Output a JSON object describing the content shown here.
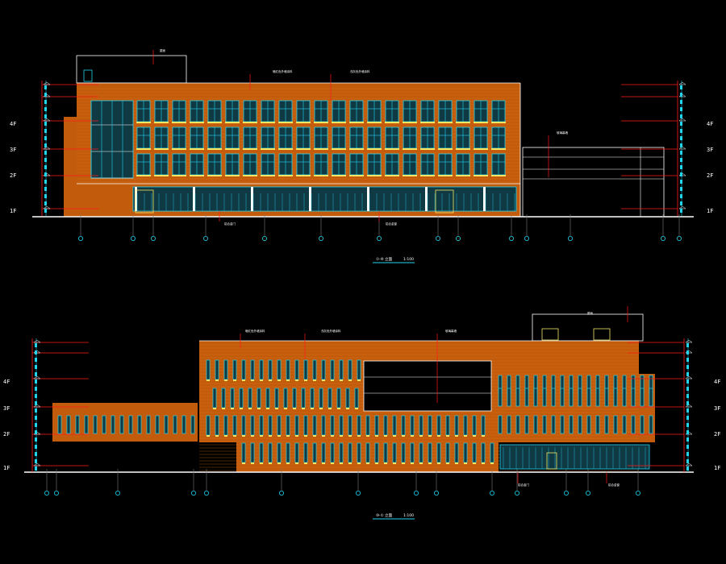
{
  "drawing": {
    "type": "CAD building elevation drawing",
    "background": "#000000",
    "colors": {
      "facade": "#c25c0c",
      "facade_line": "#e67a1e",
      "red_line": "#ff1a1a",
      "cyan": "#22d3ee",
      "white": "#ffffff",
      "yellow": "#f5e663",
      "glass": "#0f3a44"
    },
    "floor_labels": [
      "1F",
      "2F",
      "3F",
      "4F"
    ],
    "elevations": [
      {
        "id": "north-elevation",
        "title": "①-⑩ 立面",
        "scale": "1:100",
        "floor_labels": [
          "1F",
          "2F",
          "3F",
          "4F"
        ],
        "notes": [
          "屋面",
          "暗红色外墙涂料",
          "浅灰色外墙涂料",
          "玻璃幕墙",
          "铝合金门",
          "铝合金窗"
        ]
      },
      {
        "id": "south-elevation",
        "title": "⑩-① 立面",
        "scale": "1:100",
        "floor_labels": [
          "1F",
          "2F",
          "3F",
          "4F"
        ],
        "notes": [
          "屋面",
          "暗红色外墙涂料",
          "浅灰色外墙涂料",
          "玻璃幕墙",
          "铝合金门",
          "铝合金窗"
        ]
      }
    ]
  }
}
